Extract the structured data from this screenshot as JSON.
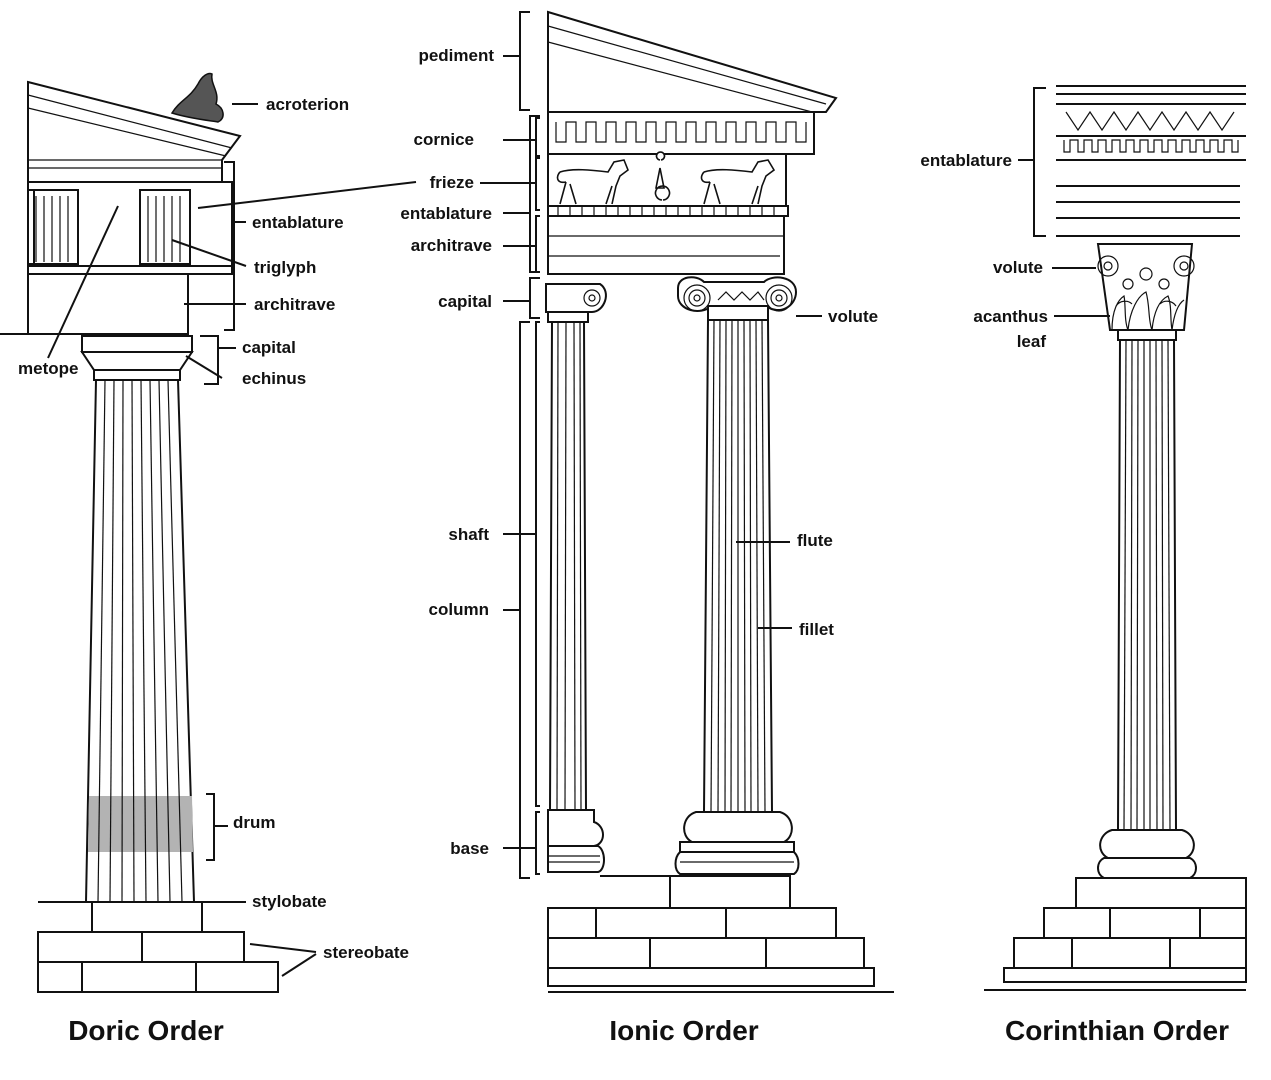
{
  "doric": {
    "title": "Doric Order",
    "labels": {
      "acroterion": "acroterion",
      "entablature": "entablature",
      "triglyph": "triglyph",
      "architrave": "architrave",
      "metope": "metope",
      "capital": "capital",
      "echinus": "echinus",
      "drum": "drum",
      "stylobate": "stylobate",
      "stereobate": "stereobate"
    }
  },
  "ionic": {
    "title": "Ionic Order",
    "labels": {
      "pediment": "pediment",
      "cornice": "cornice",
      "frieze": "frieze",
      "entablature": "entablature",
      "architrave": "architrave",
      "capital": "capital",
      "volute": "volute",
      "shaft": "shaft",
      "column": "column",
      "flute": "flute",
      "fillet": "fillet",
      "base": "base"
    }
  },
  "corinthian": {
    "title": "Corinthian Order",
    "labels": {
      "entablature": "entablature",
      "volute": "volute",
      "acanthus_line1": "acanthus",
      "acanthus_line2": "leaf"
    }
  },
  "colors": {
    "ink": "#111111",
    "drum_highlight": "#b3b3b3",
    "background": "#ffffff"
  }
}
